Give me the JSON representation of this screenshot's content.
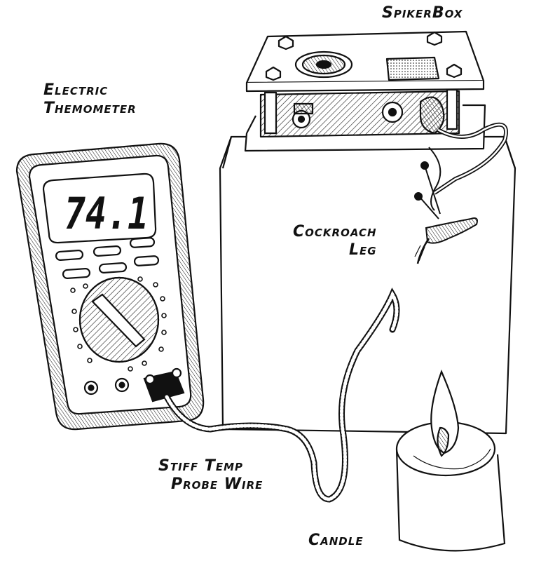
{
  "labels": {
    "spikerbox": "SpikerBox",
    "thermometer_line1": "Electric",
    "thermometer_line2": "Themometer",
    "leg_line1": "Cockroach",
    "leg_line2": "Leg",
    "wire_line1": "Stiff Temp",
    "wire_line2": "Probe Wire",
    "candle": "Candle"
  },
  "meter": {
    "display": "74.1"
  },
  "colors": {
    "ink": "#111111",
    "paper": "#ffffff"
  }
}
